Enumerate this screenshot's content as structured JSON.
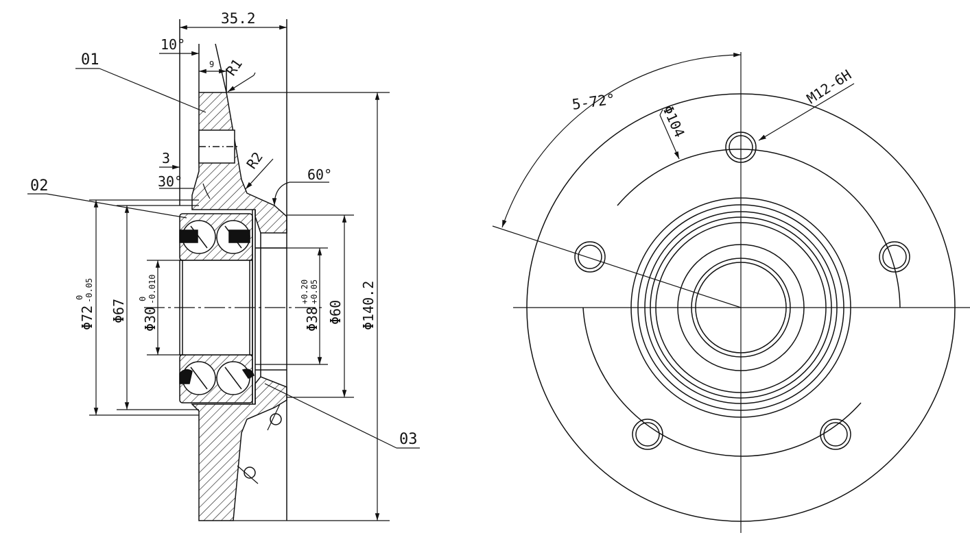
{
  "section_view": {
    "parts": {
      "p01": "01",
      "p02": "02",
      "p03": "03"
    },
    "dims": {
      "overall_width": "35.2",
      "angle_10": "10°",
      "flange_9": "9",
      "fillet_r1": "R1",
      "fillet_r2": "R2",
      "step_3": "3",
      "angle_30": "30°",
      "angle_60": "60°",
      "dia_72": {
        "base": "Φ72",
        "upper": "0",
        "lower": "-0.05"
      },
      "dia_67": "Φ67",
      "dia_30": {
        "base": "Φ30",
        "upper": "0",
        "lower": "-0.010"
      },
      "dia_38": {
        "base": "Φ38",
        "upper": "+0.20",
        "lower": "+0.05"
      },
      "dia_60": "Φ60",
      "dia_140": "Φ140.2"
    }
  },
  "front_view": {
    "bolt_pattern": "5-72°",
    "pcd": "Φ104",
    "thread": "M12-6H"
  },
  "colors": {
    "line": "#111111",
    "background": "#ffffff"
  }
}
